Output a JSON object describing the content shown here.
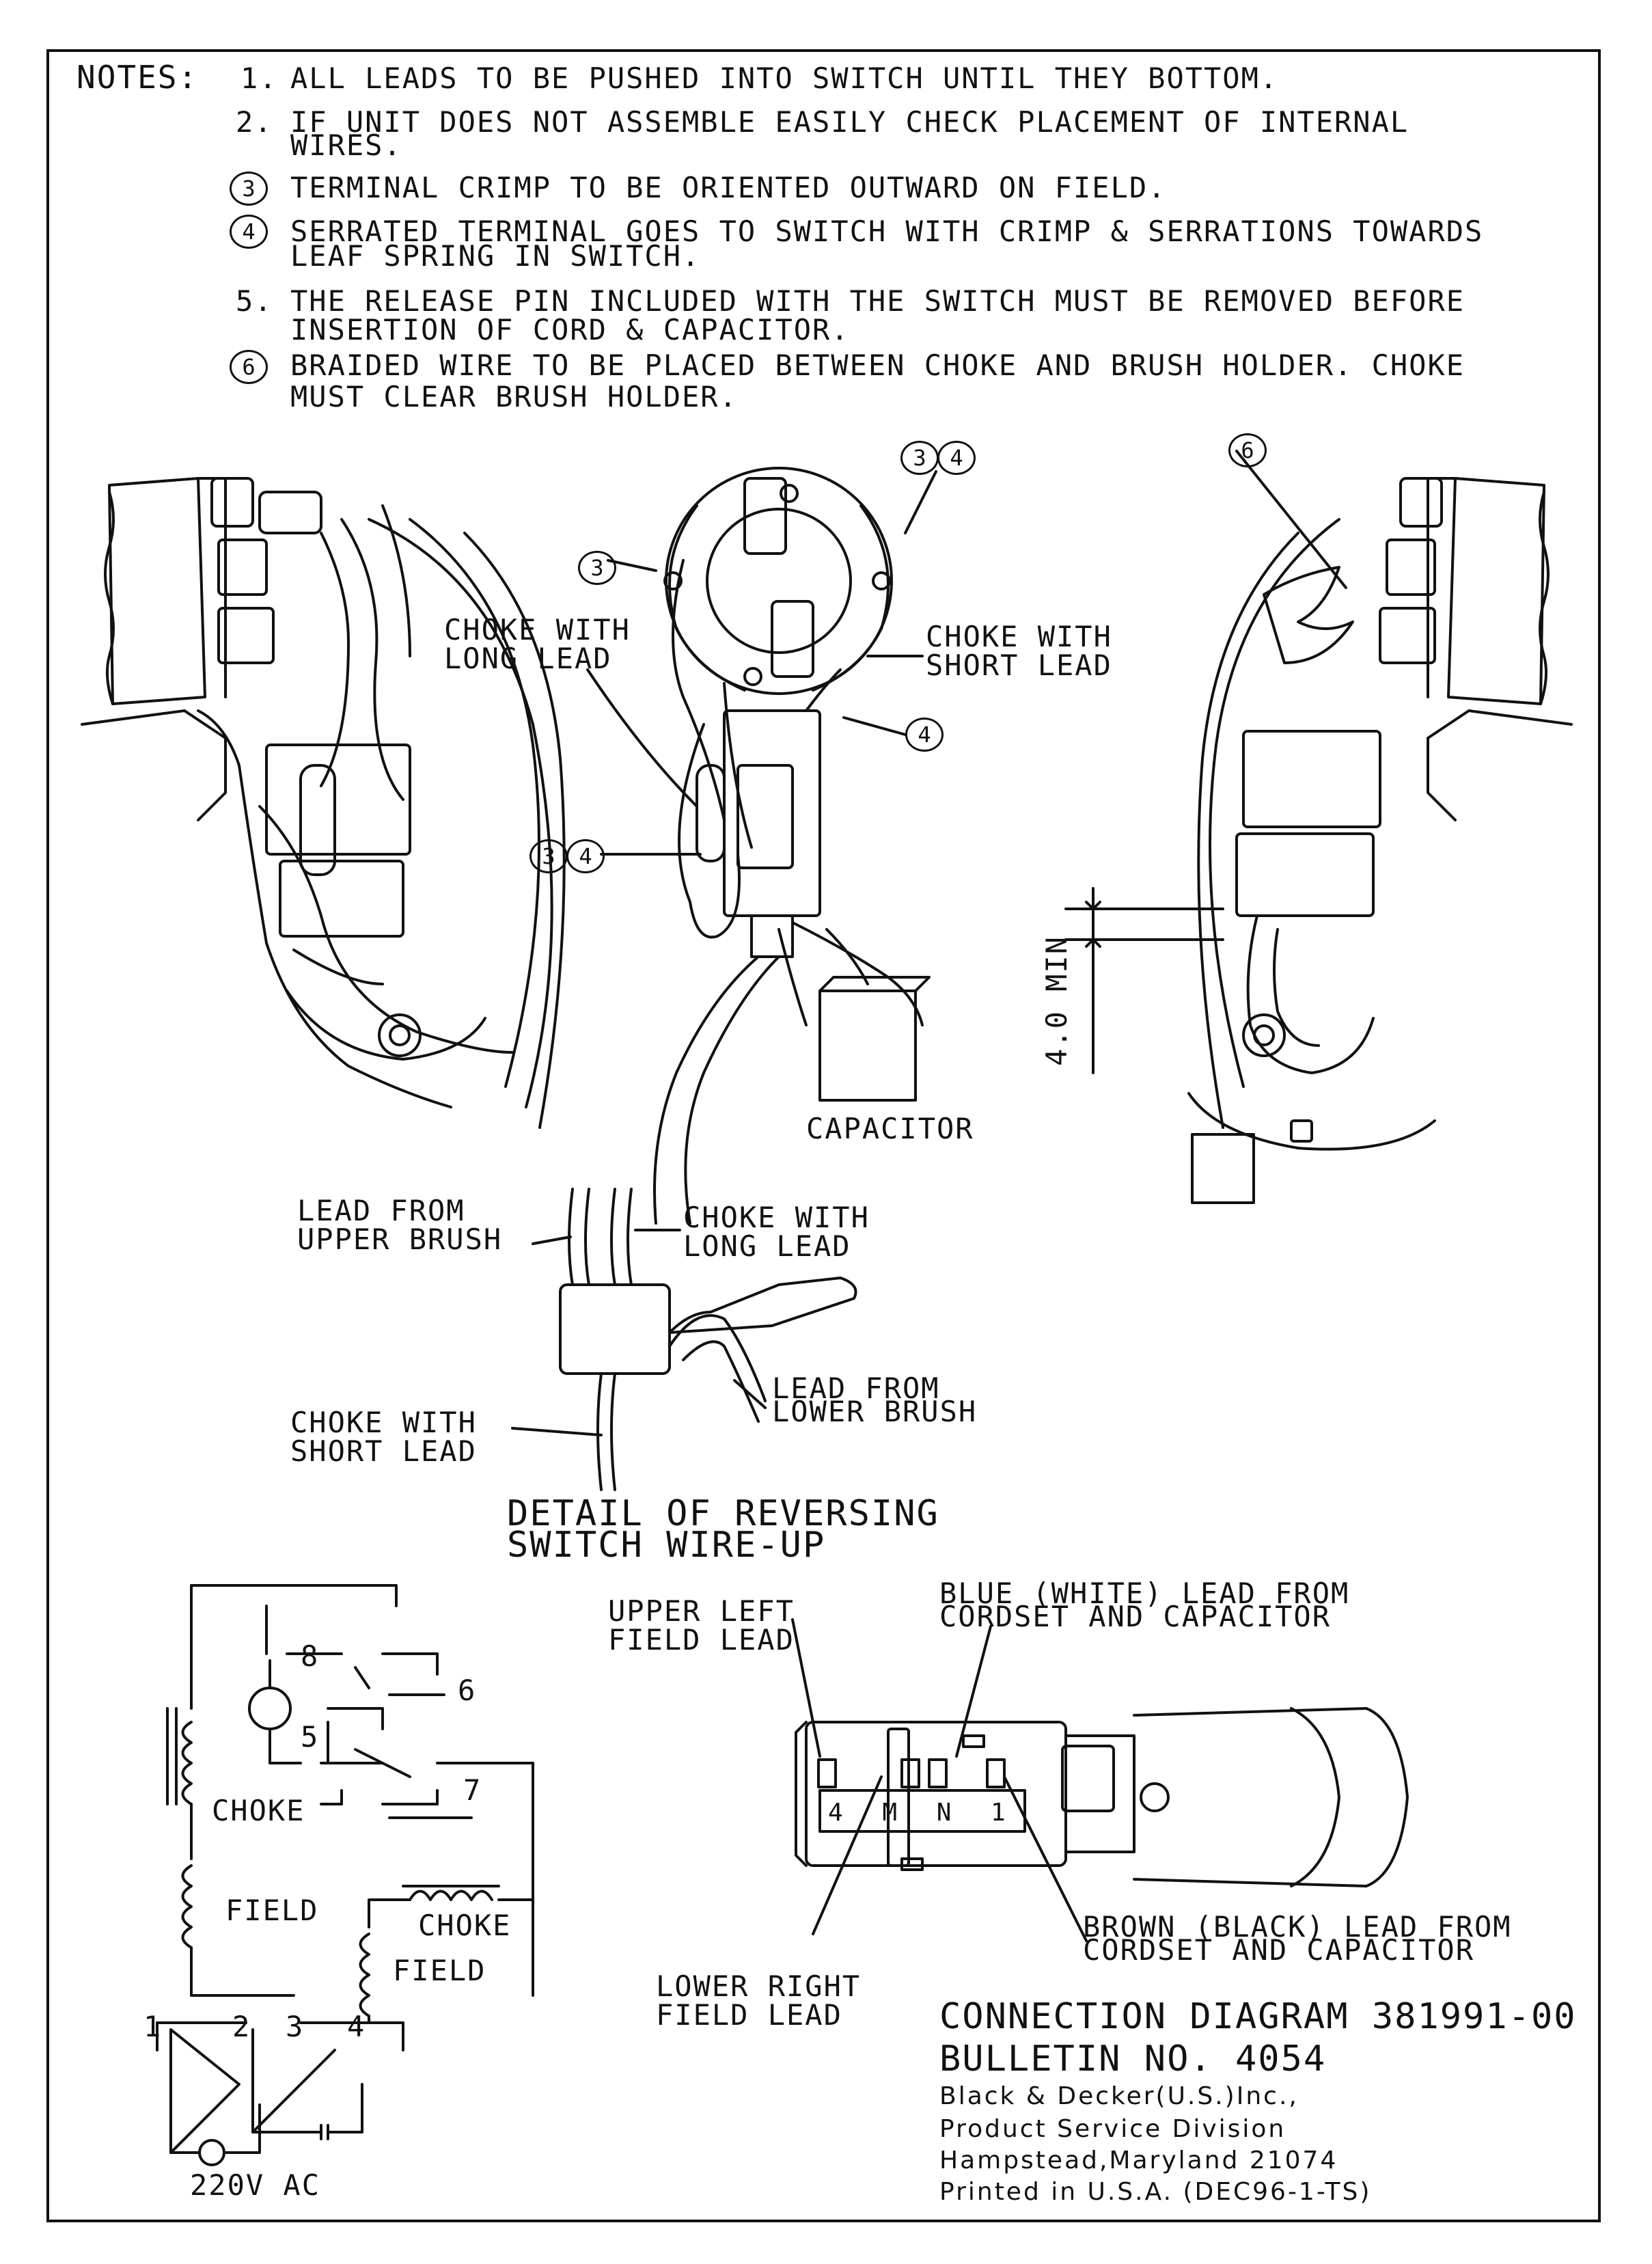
{
  "notes": {
    "header": "NOTES:",
    "items": [
      {
        "num": "1.",
        "lines": [
          "ALL LEADS TO BE PUSHED INTO SWITCH UNTIL THEY BOTTOM."
        ]
      },
      {
        "num": "2.",
        "lines": [
          "IF UNIT DOES NOT ASSEMBLE EASILY CHECK PLACEMENT OF INTERNAL",
          "WIRES."
        ]
      },
      {
        "num": "3",
        "lines": [
          "TERMINAL CRIMP TO BE ORIENTED OUTWARD ON FIELD."
        ]
      },
      {
        "num": "4",
        "lines": [
          "SERRATED TERMINAL GOES TO SWITCH WITH CRIMP & SERRATIONS TOWARDS",
          "LEAF SPRING IN SWITCH."
        ]
      },
      {
        "num": "5.",
        "lines": [
          "THE RELEASE PIN INCLUDED WITH THE SWITCH MUST BE REMOVED BEFORE",
          "INSERTION OF CORD & CAPACITOR."
        ]
      },
      {
        "num": "6",
        "lines": [
          "BRAIDED WIRE TO BE PLACED BETWEEN CHOKE AND BRUSH HOLDER. CHOKE",
          "MUST CLEAR BRUSH HOLDER."
        ]
      }
    ]
  },
  "callouts": {
    "c3": "3",
    "c4": "4",
    "c6": "6"
  },
  "assembly_labels": {
    "choke_long_1": "CHOKE WITH",
    "choke_long_2": "LONG LEAD",
    "choke_short_1": "CHOKE WITH",
    "choke_short_2": "SHORT LEAD",
    "capacitor": "CAPACITOR",
    "min_dim": "4.0 MIN"
  },
  "detail": {
    "lead_upper_1": "LEAD FROM",
    "lead_upper_2": "UPPER BRUSH",
    "choke_long_1": "CHOKE WITH",
    "choke_long_2": "LONG LEAD",
    "lead_lower_1": "LEAD FROM",
    "lead_lower_2": "LOWER BRUSH",
    "choke_short_1": "CHOKE WITH",
    "choke_short_2": "SHORT LEAD",
    "title_1": "DETAIL OF REVERSING",
    "title_2": "SWITCH WIRE-UP"
  },
  "schematic": {
    "t8": "8",
    "t6": "6",
    "t5": "5",
    "t7": "7",
    "t2": "2",
    "t3": "3",
    "t4": "4",
    "t1": "1",
    "choke_left": "CHOKE",
    "field_left": "FIELD",
    "choke_right": "CHOKE",
    "field_right": "FIELD",
    "supply": "220V AC"
  },
  "switch_view": {
    "upper_left_1": "UPPER LEFT",
    "upper_left_2": "FIELD LEAD",
    "blue_1": "BLUE (WHITE) LEAD FROM",
    "blue_2": "CORDSET AND CAPACITOR",
    "brown_1": "BROWN (BLACK) LEAD FROM",
    "brown_2": "CORDSET AND CAPACITOR",
    "lower_right_1": "LOWER RIGHT",
    "lower_right_2": "FIELD LEAD",
    "terminal_labels": "4  M N 1"
  },
  "title_block": {
    "diagram": "CONNECTION DIAGRAM 381991-00",
    "bulletin": "BULLETIN NO. 4054",
    "company": "Black & Decker(U.S.)Inc.,",
    "division": "Product Service Division",
    "address": "Hampstead,Maryland 21074",
    "printed": "Printed in U.S.A.  (DEC96-1-TS)"
  }
}
